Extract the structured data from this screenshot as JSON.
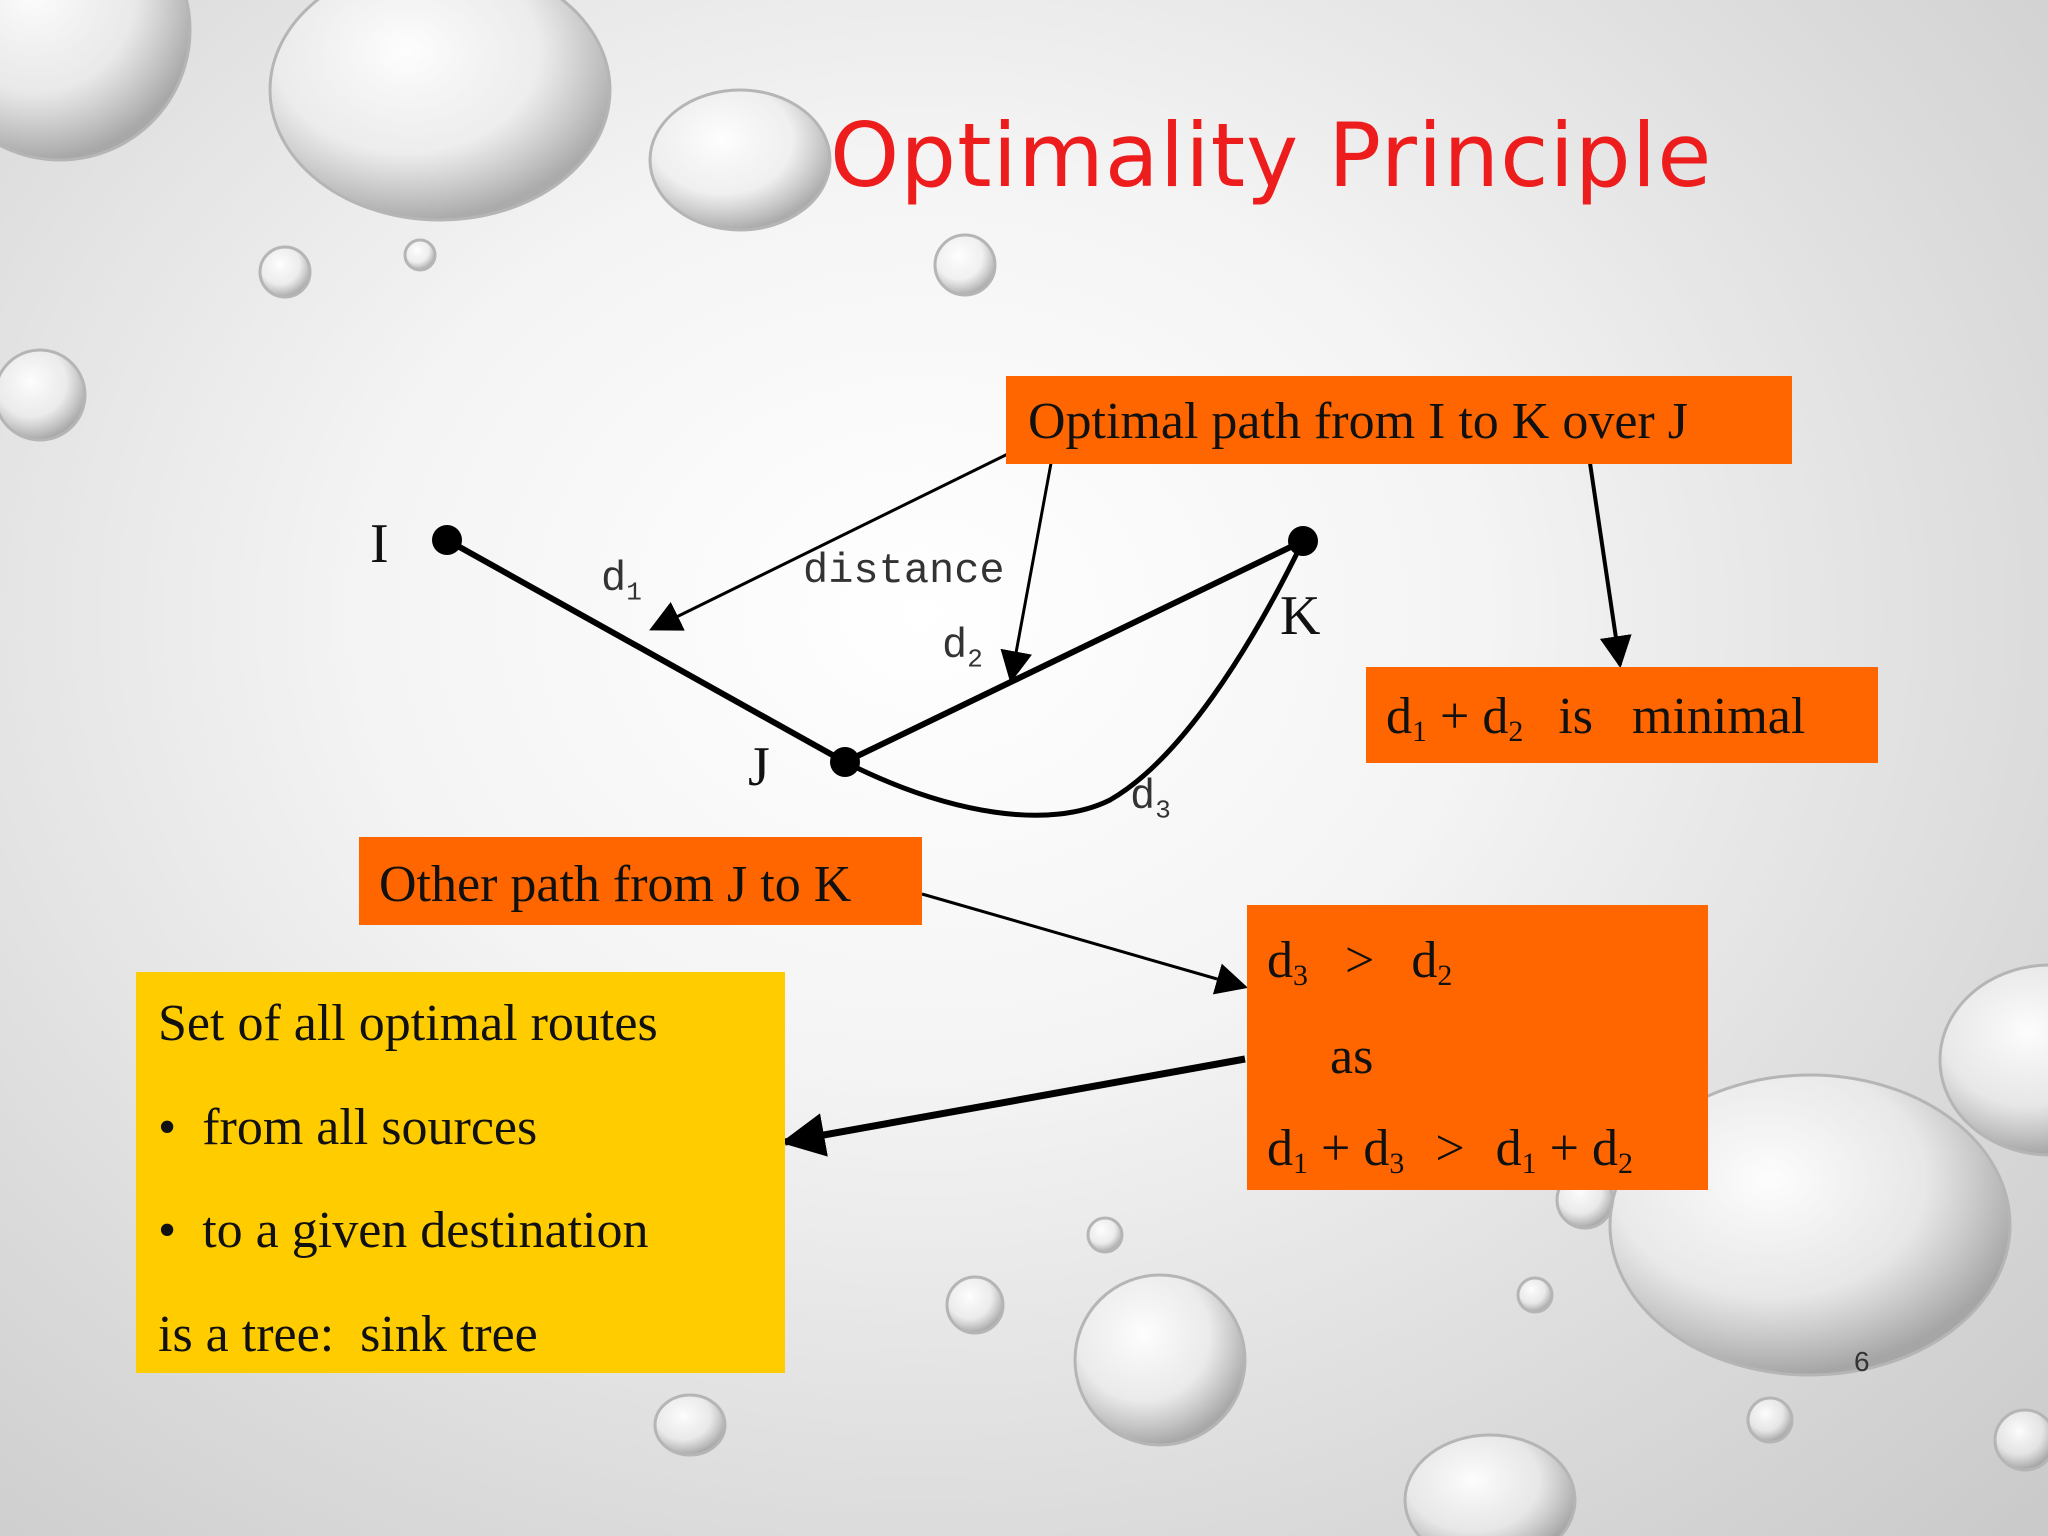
{
  "slide": {
    "title": "Optimality Principle",
    "page_number": "6"
  },
  "nodes": {
    "i": "I",
    "j": "J",
    "k": "K"
  },
  "edge_labels": {
    "d1_base": "d",
    "d1_sub": "1",
    "d2_base": "d",
    "d2_sub": "2",
    "d3_base": "d",
    "d3_sub": "3",
    "distance": "distance"
  },
  "boxes": {
    "optimal_path": "Optimal path from I to K over J",
    "minimal": {
      "d": "d",
      "sub1": "1",
      "plus": "+",
      "sub2": "2",
      "text": "is   minimal"
    },
    "other_path": "Other path from J to K",
    "comparison": {
      "line1": {
        "d": "d",
        "sub_a": "3",
        "op": ">",
        "sub_b": "2"
      },
      "line2": "as",
      "line3": {
        "d": "d",
        "plus": "+",
        "op": ">",
        "sub_1": "1",
        "sub_3": "3",
        "sub_2": "2"
      }
    },
    "sink_tree": {
      "line1": "Set of all optimal routes",
      "bullet": "•",
      "line2": "from all sources",
      "line3": "to a given destination",
      "line4": "is a tree:  sink tree"
    }
  },
  "colors": {
    "title": "#ee1d1d",
    "orange_box": "#ff6600",
    "yellow_box": "#ffcc00"
  }
}
